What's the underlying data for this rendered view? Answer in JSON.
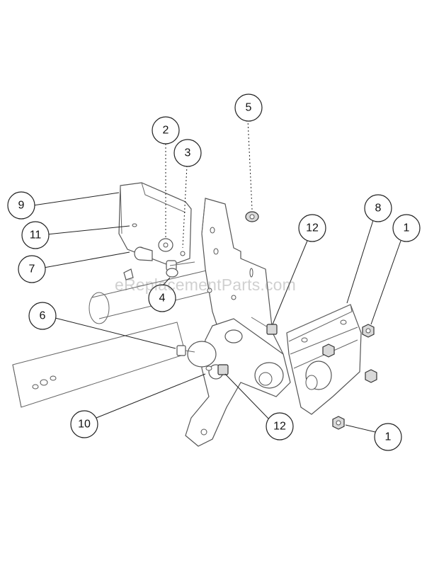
{
  "watermark": "eReplacementParts.com",
  "callouts": [
    {
      "id": "c1a",
      "label": "1"
    },
    {
      "id": "c1b",
      "label": "1"
    },
    {
      "id": "c2",
      "label": "2"
    },
    {
      "id": "c3",
      "label": "3"
    },
    {
      "id": "c4",
      "label": "4"
    },
    {
      "id": "c5",
      "label": "5"
    },
    {
      "id": "c6",
      "label": "6"
    },
    {
      "id": "c7",
      "label": "7"
    },
    {
      "id": "c8",
      "label": "8"
    },
    {
      "id": "c9",
      "label": "9"
    },
    {
      "id": "c10",
      "label": "10"
    },
    {
      "id": "c11",
      "label": "11"
    },
    {
      "id": "c12a",
      "label": "12"
    },
    {
      "id": "c12b",
      "label": "12"
    }
  ]
}
